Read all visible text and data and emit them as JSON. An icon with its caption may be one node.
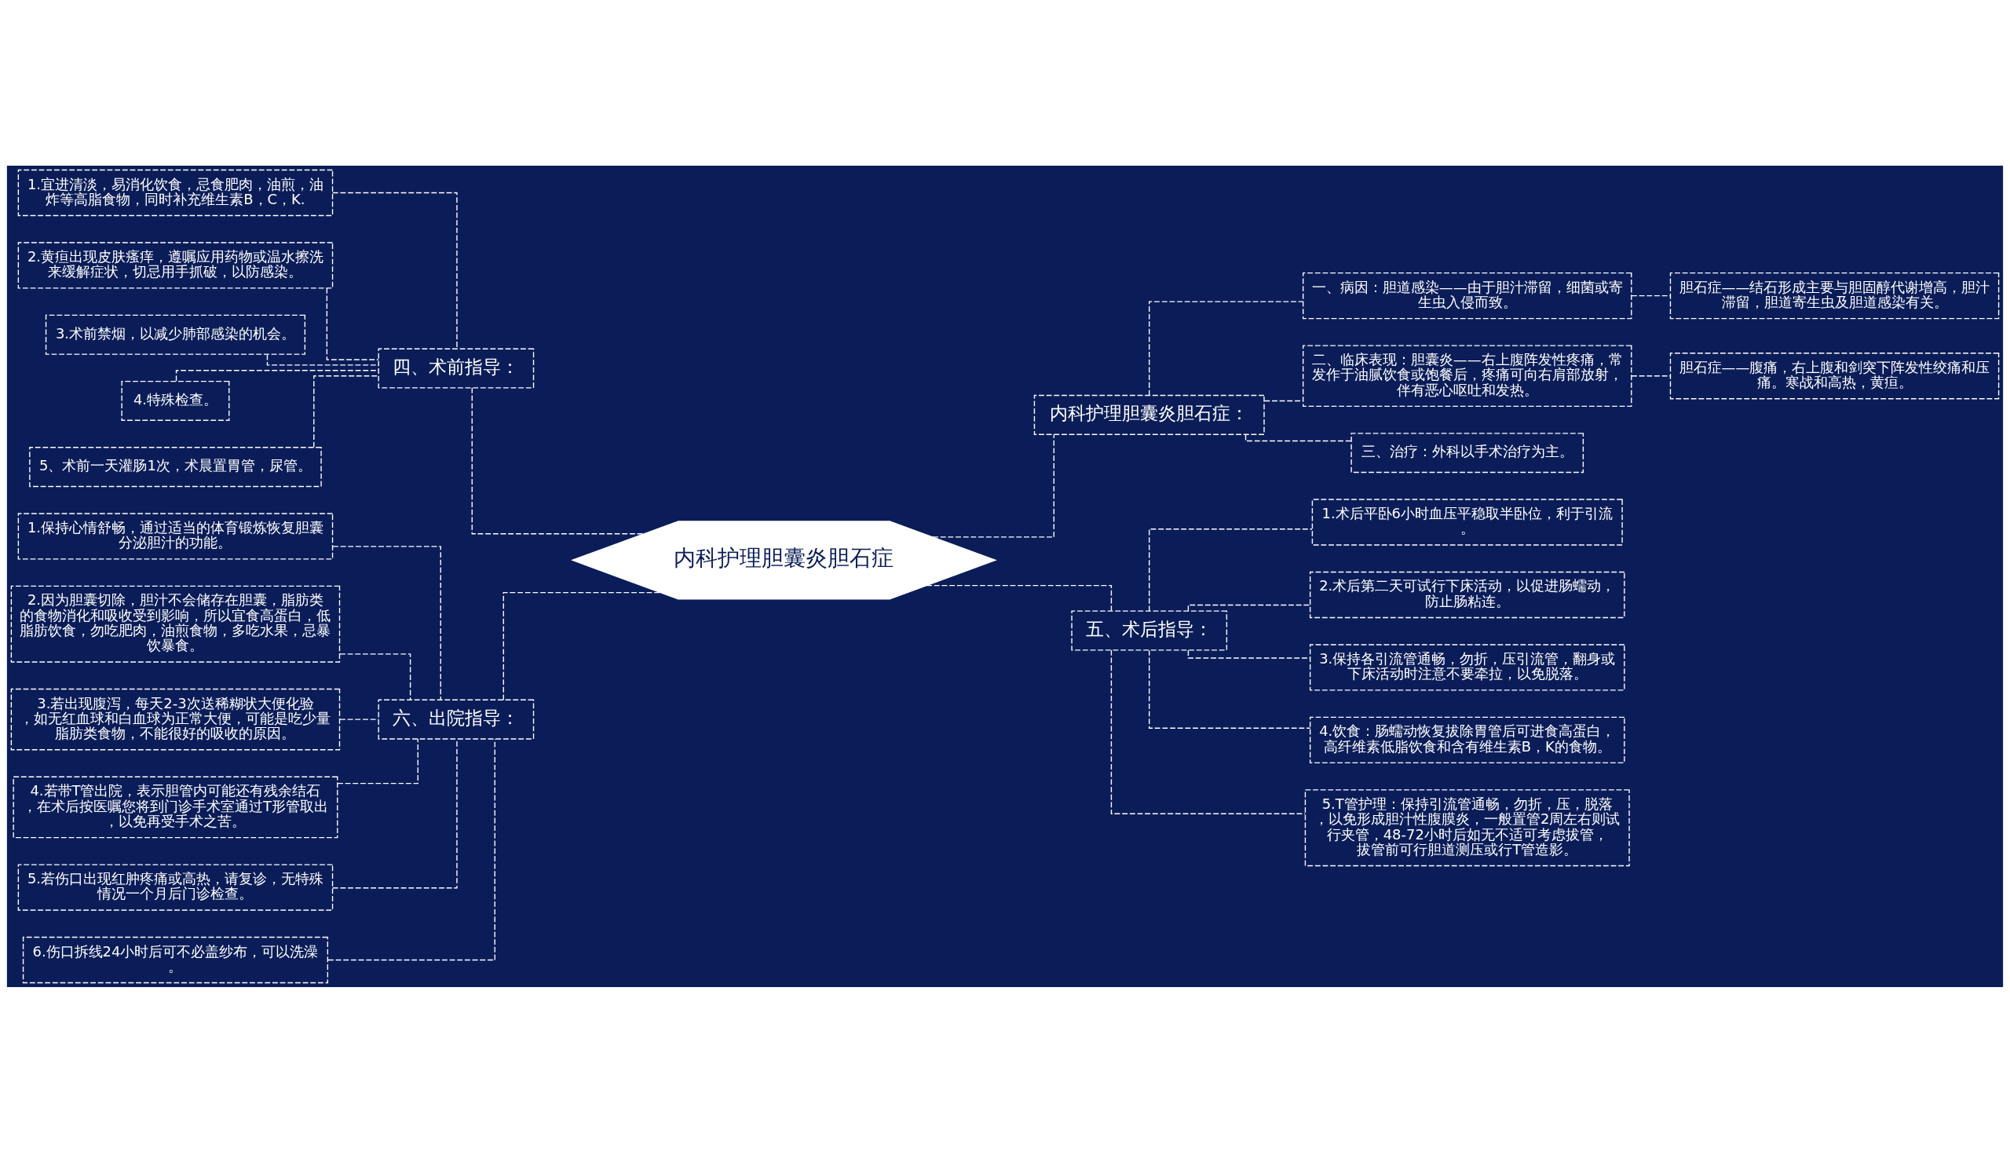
{
  "diagram": {
    "nodes": [
      {
        "text": [
          "内科护理胆囊炎胆石症"
        ]
      },
      {
        "text": [
          "四、术前指导："
        ]
      },
      {
        "text": [
          "1.宜进清淡，易消化饮食，忌食肥肉，油煎，油炸等高脂食物，同时补充维生素B，C，K."
        ]
      },
      {
        "text": [
          "2.黄疸出现皮肤瘙痒，遵嘱应用药物或温水擦洗来缓解症状，切忌用手抓破，以防感染。"
        ]
      },
      {
        "text": [
          "3.术前禁烟，以减少肺部感染的机会。"
        ]
      },
      {
        "text": [
          "4.特殊检查。"
        ]
      },
      {
        "text": [
          "5、术前一天灌肠1次，术晨置胃管，尿管。"
        ]
      },
      {
        "text": [
          "六、出院指导："
        ]
      },
      {
        "text": [
          "1.保持心情舒畅，通过适当的体育锻炼恢复胆囊分泌胆汁的功能。"
        ]
      },
      {
        "text": [
          "2.因为胆囊切除，胆汁不会储存在胆囊，脂肪类的食物消化和吸收受到影响，所以宜食高蛋白，低脂肪饮食，勿吃肥肉，油煎食物，多吃水果，忌暴饮暴食。"
        ]
      },
      {
        "text": [
          "3.若出现腹泻，每天2-3次送稀糊状大便化验，如无红血球和白血球为正常大便，可能是吃少量脂肪类食物，不能很好的吸收的原因。"
        ]
      },
      {
        "text": [
          "4.若带T管出院，表示胆管内可能还有残余结石，在术后按医嘱您将到门诊手术室通过T形管取出，以免再受手术之苦。"
        ]
      },
      {
        "text": [
          "5.若伤口出现红肿疼痛或高热，请复诊，无特殊情况一个月后门诊检查。"
        ]
      },
      {
        "text": [
          "6.伤口拆线24小时后可不必盖纱布，可以洗澡。"
        ]
      },
      {
        "text": [
          "内科护理胆囊炎胆石症："
        ]
      },
      {
        "text": [
          "一、病因：胆道感染——由于胆汁滞留，细菌或寄生虫入侵而致。"
        ]
      },
      {
        "text": [
          "胆石症——结石形成主要与胆固醇代谢增高，胆汁滞留，胆道寄生虫及胆道感染有关。"
        ]
      },
      {
        "text": [
          "二、临床表现：胆囊炎——右上腹阵发性疼痛，常发作于油腻饮食或饱餐后，疼痛可向右肩部放射，伴有恶心呕吐和发热。"
        ]
      },
      {
        "text": [
          "胆石症——腹痛，右上腹和剑突下阵发性绞痛和压痛。寒战和高热，黄疸。"
        ]
      },
      {
        "text": [
          "三、治疗：外科以手术治疗为主。"
        ]
      },
      {
        "text": [
          "五、术后指导："
        ]
      },
      {
        "text": [
          "1.术后平卧6小时血压平稳取半卧位，利于引流。"
        ]
      },
      {
        "text": [
          "2.术后第二天可试行下床活动，以促进肠蠕动，防止肠粘连。"
        ]
      },
      {
        "text": [
          "3.保持各引流管通畅，勿折，压引流管，翻身或下床活动时注意不要牵拉，以免脱落。"
        ]
      },
      {
        "text": [
          "4.饮食：肠蠕动恢复拔除胃管后可进食高蛋白，高纤维素低脂饮食和含有维生素B，K的食物。"
        ]
      },
      {
        "text": [
          "5.T管护理：保持引流管通畅，勿折，压，脱落，以免形成胆汁性腹膜炎，一般置管2周左右则试行夹管，48-72小时后如无不适可考虑拔管，拔管前可行胆道测压或行T管造影。"
        ]
      }
    ],
    "edges": [
      {
        "from": 0,
        "to": 1,
        "arrow": "none"
      },
      {
        "from": 1,
        "to": 2,
        "arrow": "none"
      },
      {
        "from": 1,
        "to": 3,
        "arrow": "none"
      },
      {
        "from": 1,
        "to": 4,
        "arrow": "none"
      },
      {
        "from": 1,
        "to": 5,
        "arrow": "none"
      },
      {
        "from": 1,
        "to": 6,
        "arrow": "none"
      },
      {
        "from": 0,
        "to": 7,
        "arrow": "none"
      },
      {
        "from": 7,
        "to": 8,
        "arrow": "none"
      },
      {
        "from": 7,
        "to": 9,
        "arrow": "none"
      },
      {
        "from": 7,
        "to": 10,
        "arrow": "none"
      },
      {
        "from": 7,
        "to": 11,
        "arrow": "none"
      },
      {
        "from": 7,
        "to": 12,
        "arrow": "none"
      },
      {
        "from": 7,
        "to": 13,
        "arrow": "none"
      },
      {
        "from": 0,
        "to": 14,
        "arrow": "none"
      },
      {
        "from": 14,
        "to": 15,
        "arrow": "none"
      },
      {
        "from": 15,
        "to": 16,
        "arrow": "none"
      },
      {
        "from": 14,
        "to": 17,
        "arrow": "none"
      },
      {
        "from": 17,
        "to": 18,
        "arrow": "none"
      },
      {
        "from": 14,
        "to": 19,
        "arrow": "none"
      },
      {
        "from": 0,
        "to": 20,
        "arrow": "none"
      },
      {
        "from": 20,
        "to": 21,
        "arrow": "none"
      },
      {
        "from": 20,
        "to": 22,
        "arrow": "none"
      },
      {
        "from": 20,
        "to": 23,
        "arrow": "none"
      },
      {
        "from": 20,
        "to": 24,
        "arrow": "none"
      },
      {
        "from": 20,
        "to": 25,
        "arrow": "none"
      }
    ]
  }
}
